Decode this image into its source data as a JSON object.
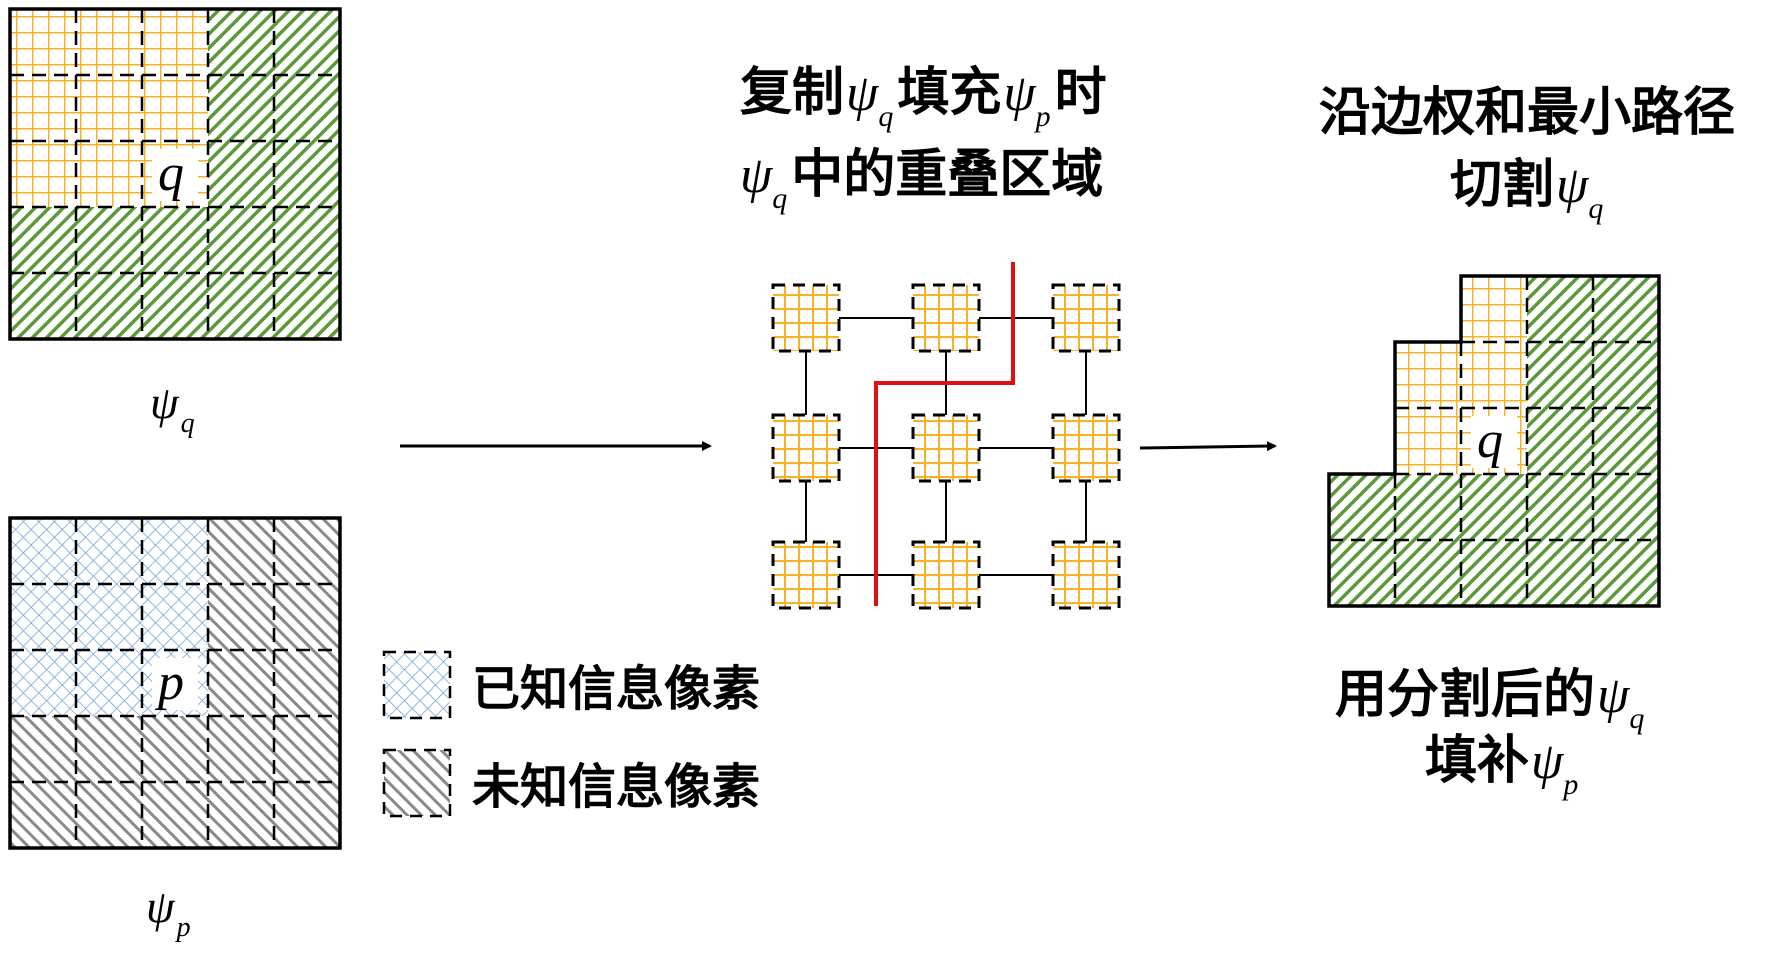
{
  "colors": {
    "known_grid": "#f5b32a",
    "known_blue": "#7aa6d8",
    "green_hatch": "#5a9a3a",
    "gray_hatch": "#8a8a8a",
    "cut_path": "#e01010",
    "outline": "#000000",
    "background": "#ffffff"
  },
  "panels": {
    "psi_q": {
      "grid": {
        "rows": 5,
        "cols": 5
      },
      "known_cells": [
        [
          0,
          0
        ],
        [
          0,
          1
        ],
        [
          0,
          2
        ],
        [
          1,
          0
        ],
        [
          1,
          1
        ],
        [
          1,
          2
        ],
        [
          2,
          0
        ],
        [
          2,
          1
        ],
        [
          2,
          2
        ]
      ],
      "center_label": "q",
      "center_cell": [
        2,
        2
      ],
      "caption_symbol": "ψ",
      "caption_subscript": "q"
    },
    "psi_p": {
      "grid": {
        "rows": 5,
        "cols": 5
      },
      "known_cells": [
        [
          0,
          0
        ],
        [
          0,
          1
        ],
        [
          0,
          2
        ],
        [
          1,
          0
        ],
        [
          1,
          1
        ],
        [
          1,
          2
        ],
        [
          2,
          0
        ],
        [
          2,
          1
        ],
        [
          2,
          2
        ]
      ],
      "center_label": "p",
      "center_cell": [
        2,
        2
      ],
      "caption_symbol": "ψ",
      "caption_subscript": "p"
    },
    "overlap": {
      "grid": {
        "rows": 3,
        "cols": 3
      },
      "title_line1_a": "复制",
      "title_line1_sym1": "ψ",
      "title_line1_sub1": "q",
      "title_line1_b": "填充",
      "title_line1_sym2": "ψ",
      "title_line1_sub2": "p",
      "title_line1_c": "时",
      "title_line2_sym": "ψ",
      "title_line2_sub": "q",
      "title_line2_text": "中的重叠区域"
    },
    "result": {
      "grid": {
        "rows": 5,
        "cols": 5
      },
      "cut_shape_rows": [
        {
          "row": 0,
          "known_from": 2,
          "known_to": 2,
          "start": 2
        },
        {
          "row": 1,
          "known_from": 1,
          "known_to": 2,
          "start": 1
        },
        {
          "row": 2,
          "known_from": 1,
          "known_to": 2,
          "start": 1
        },
        {
          "row": 3,
          "known_from": -1,
          "known_to": -1,
          "start": 0
        },
        {
          "row": 4,
          "known_from": -1,
          "known_to": -1,
          "start": 0
        }
      ],
      "center_label": "q",
      "center_cell": [
        2,
        2
      ],
      "title_line1": "沿边权和最小路径",
      "title_line2_text": "切割",
      "title_line2_sym": "ψ",
      "title_line2_sub": "q",
      "caption_line1_text": "用分割后的",
      "caption_line1_sym": "ψ",
      "caption_line1_sub": "q",
      "caption_line2_text": "填补",
      "caption_line2_sym": "ψ",
      "caption_line2_sub": "p"
    }
  },
  "legend": {
    "items": [
      {
        "label": "已知信息像素",
        "pattern": "known"
      },
      {
        "label": "未知信息像素",
        "pattern": "unknown"
      }
    ]
  }
}
